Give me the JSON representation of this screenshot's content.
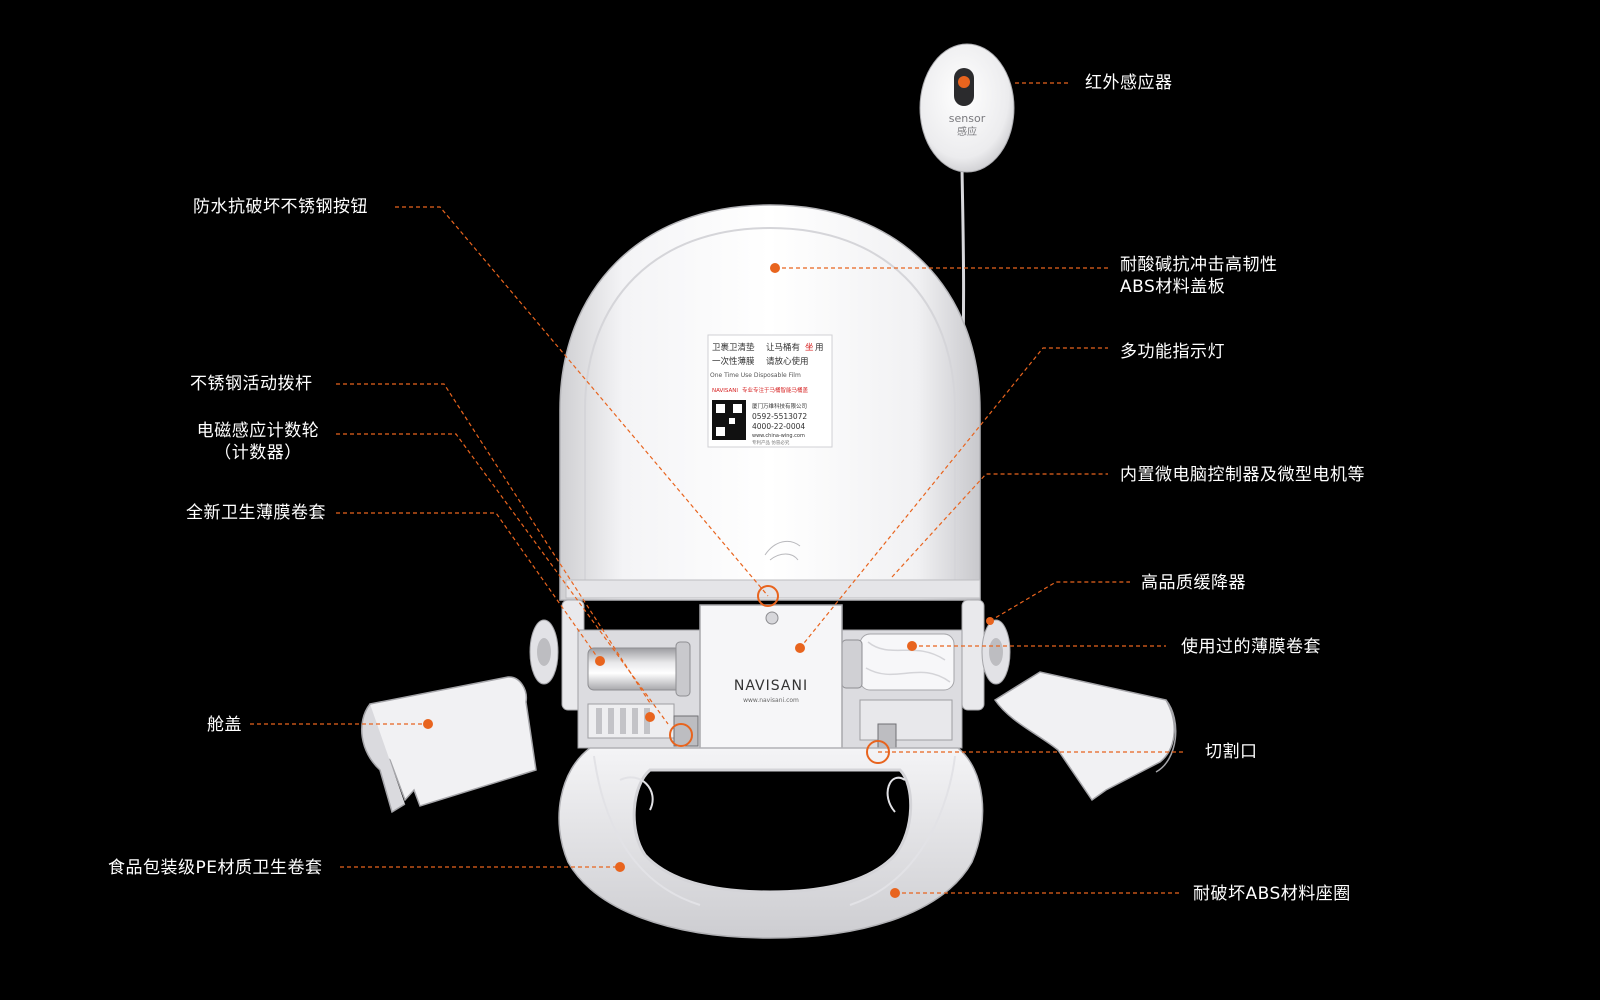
{
  "lid_sticker": {
    "line1a": "卫裹卫清垫",
    "line1b": "让马桶有",
    "line1c": "用",
    "line1red": "坐",
    "line2a": "一次性薄膜",
    "line2b": "请放心使用",
    "line3": "One Time Use Disposable Film",
    "brand_line": "专业专注于马桶智能马桶盖",
    "company": "厦门万维科技有限公司",
    "phone1": "0592-5513072",
    "phone2": "4000-22-0004",
    "website": "www.china-wing.com",
    "footer": "专利产品 仿冒必究"
  },
  "sensor_text": {
    "en": "sensor",
    "zh": "感应"
  },
  "logo": {
    "text": "NAVISANI",
    "url": "www.navisani.com",
    "sticker_text": "NAVISANI"
  },
  "colors": {
    "accent": "#e8641e",
    "background": "#000000",
    "label": "#ffffff"
  },
  "labels": {
    "infrared_sensor": "红外感应器",
    "stainless_button": "防水抗破坏不锈钢按钮",
    "abs_lid_1": "耐酸碱抗冲击高韧性",
    "abs_lid_2": "ABS材料盖板",
    "indicator_light": "多功能指示灯",
    "stainless_lever": "不锈钢活动拨杆",
    "counter_wheel_1": "电磁感应计数轮",
    "counter_wheel_2": "（计数器）",
    "controller": "内置微电脑控制器及微型电机等",
    "new_film_roll": "全新卫生薄膜卷套",
    "damper": "高品质缓降器",
    "used_film_roll": "使用过的薄膜卷套",
    "cabin_cover": "舱盖",
    "cutting_port": "切割口",
    "pe_film": "食品包装级PE材质卫生卷套",
    "abs_seat": "耐破坏ABS材料座圈"
  }
}
